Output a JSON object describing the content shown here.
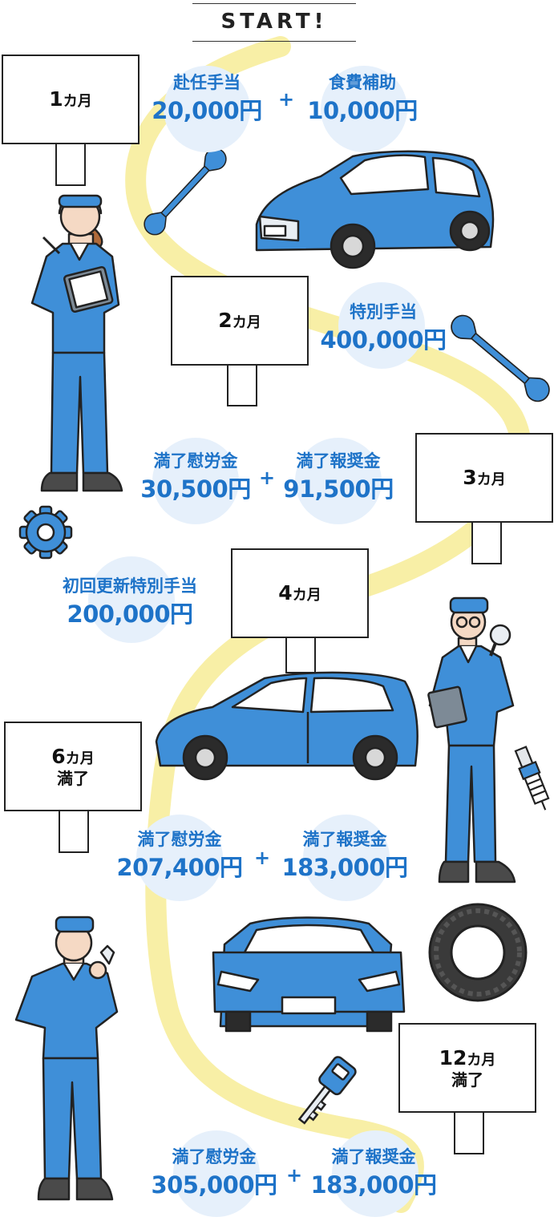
{
  "start_label": "START!",
  "signs": [
    {
      "num": "1",
      "unit": "カ月",
      "sub": ""
    },
    {
      "num": "2",
      "unit": "カ月",
      "sub": ""
    },
    {
      "num": "3",
      "unit": "カ月",
      "sub": ""
    },
    {
      "num": "4",
      "unit": "カ月",
      "sub": ""
    },
    {
      "num": "6",
      "unit": "カ月",
      "sub": "満了"
    },
    {
      "num": "12",
      "unit": "カ月",
      "sub": "満了"
    }
  ],
  "amounts": [
    {
      "label": "赴任手当",
      "value": "20,000円"
    },
    {
      "label": "食費補助",
      "value": "10,000円"
    },
    {
      "label": "特別手当",
      "value": "400,000円"
    },
    {
      "label": "満了慰労金",
      "value": "30,500円"
    },
    {
      "label": "満了報奨金",
      "value": "91,500円"
    },
    {
      "label": "初回更新特別手当",
      "value": "200,000円"
    },
    {
      "label": "満了慰労金",
      "value": "207,400円"
    },
    {
      "label": "満了報奨金",
      "value": "183,000円"
    },
    {
      "label": "満了慰労金",
      "value": "305,000円"
    },
    {
      "label": "満了報奨金",
      "value": "183,000円"
    }
  ],
  "plus_sign": "+",
  "colors": {
    "blue": "#3f8fd8",
    "dark_blue": "#1e6fbf",
    "text_blue": "#1e73c8",
    "path_yellow": "#f8efa6",
    "bubble": "#e6f0fb",
    "outline": "#222222",
    "grey": "#3a3a3a"
  },
  "icons": [
    "wrench-icon",
    "car-icon",
    "gear-icon",
    "magnifier-icon",
    "spark-plug-icon",
    "tire-icon",
    "car-key-icon",
    "mechanic-woman-icon",
    "mechanic-man-icon",
    "mechanic-glasses-icon",
    "mechanic-thumbs-up-icon"
  ]
}
